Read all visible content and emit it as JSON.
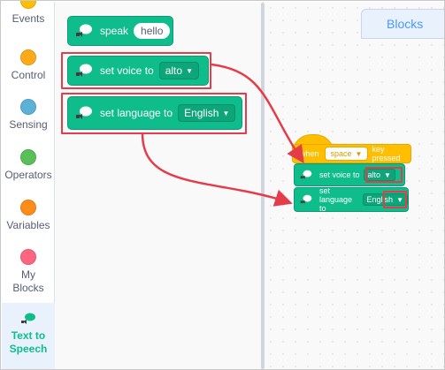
{
  "sidebar": {
    "categories": [
      {
        "label": "Events",
        "color": "#ffbf00"
      },
      {
        "label": "Control",
        "color": "#ffab19"
      },
      {
        "label": "Sensing",
        "color": "#5cb1d6"
      },
      {
        "label": "Operators",
        "color": "#59c059"
      },
      {
        "label": "Variables",
        "color": "#ff8c1a"
      },
      {
        "label_line1": "My",
        "label_line2": "Blocks",
        "color": "#ff6680"
      },
      {
        "label_line1": "Text to",
        "label_line2": "Speech",
        "color": "#0fbd8c",
        "selected": true
      }
    ]
  },
  "tabs": {
    "blocks": "Blocks"
  },
  "palette": {
    "speak": {
      "label": "speak",
      "value": "hello"
    },
    "set_voice": {
      "label": "set voice to",
      "value": "alto"
    },
    "set_language": {
      "label": "set language to",
      "value": "English"
    }
  },
  "script": {
    "hat": {
      "prefix": "when",
      "key": "space",
      "suffix": "key pressed"
    },
    "set_voice": {
      "label": "set voice to",
      "value": "alto"
    },
    "set_language": {
      "label": "set language to",
      "value": "English"
    }
  },
  "colors": {
    "tts_green": "#0fbd8c",
    "events_yellow": "#ffbf00",
    "highlight_red": "#e53c4a"
  }
}
